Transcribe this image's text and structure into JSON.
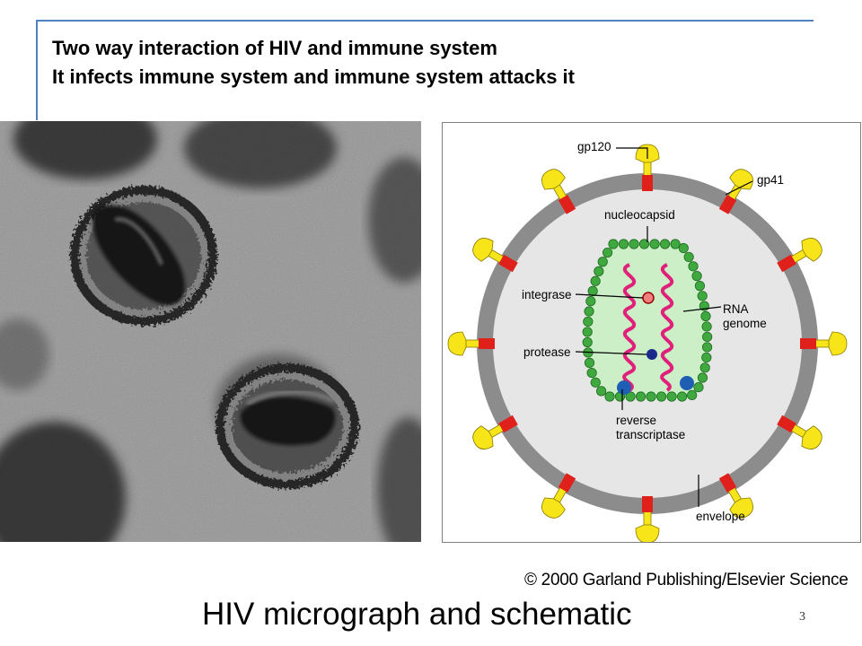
{
  "slide": {
    "title_line1": "Two way interaction of HIV and immune system",
    "title_line2": "It infects immune system and immune system attacks it",
    "caption": "HIV micrograph and schematic",
    "page_number": "3",
    "copyright": "© 2000 Garland Publishing/Elsevier Science"
  },
  "schematic": {
    "labels": {
      "gp120": "gp120",
      "gp41": "gp41",
      "nucleocapsid": "nucleocapsid",
      "integrase": "integrase",
      "rna_line1": "RNA",
      "rna_line2": "genome",
      "protease": "protease",
      "reverse_line1": "reverse",
      "reverse_line2": "transcriptase",
      "envelope": "envelope"
    },
    "colors": {
      "envelope_gray": "#8c8c8c",
      "interior": "#e6e6e6",
      "capsid_fill": "#ccefc8",
      "capsid_beads": "#3fa83f",
      "spike_yellow": "#f7e51a",
      "spike_red": "#e0201b",
      "rna_magenta": "#e0207a",
      "enzyme_blue": "#1e5fb4",
      "enzyme_navy": "#1a2a8a",
      "integrase_pink": "#f08080"
    }
  }
}
